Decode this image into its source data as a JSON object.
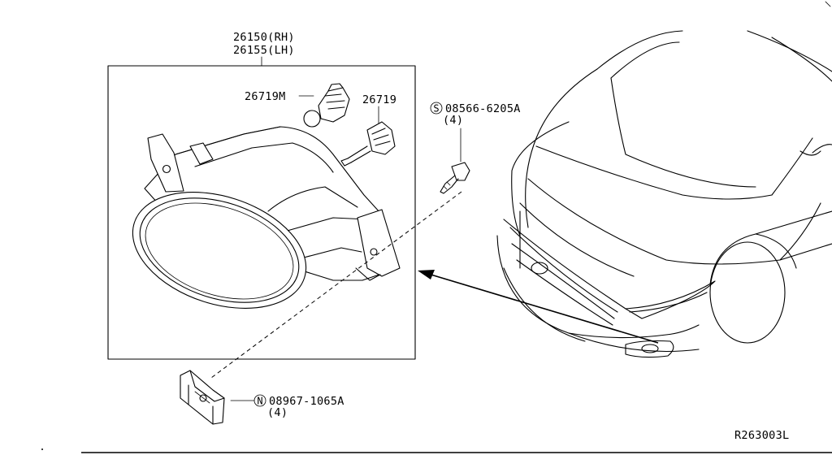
{
  "parts": {
    "assembly_rh": "26150(RH)",
    "assembly_lh": "26155(LH)",
    "bulb_socket": "26719M",
    "bulb": "26719",
    "screw_prefix": "S",
    "screw_number": "08566-6205A",
    "screw_qty": "(4)",
    "clip_prefix": "N",
    "clip_number": "08967-1065A",
    "clip_qty": "(4)"
  },
  "drawing_ref": "R263003L"
}
